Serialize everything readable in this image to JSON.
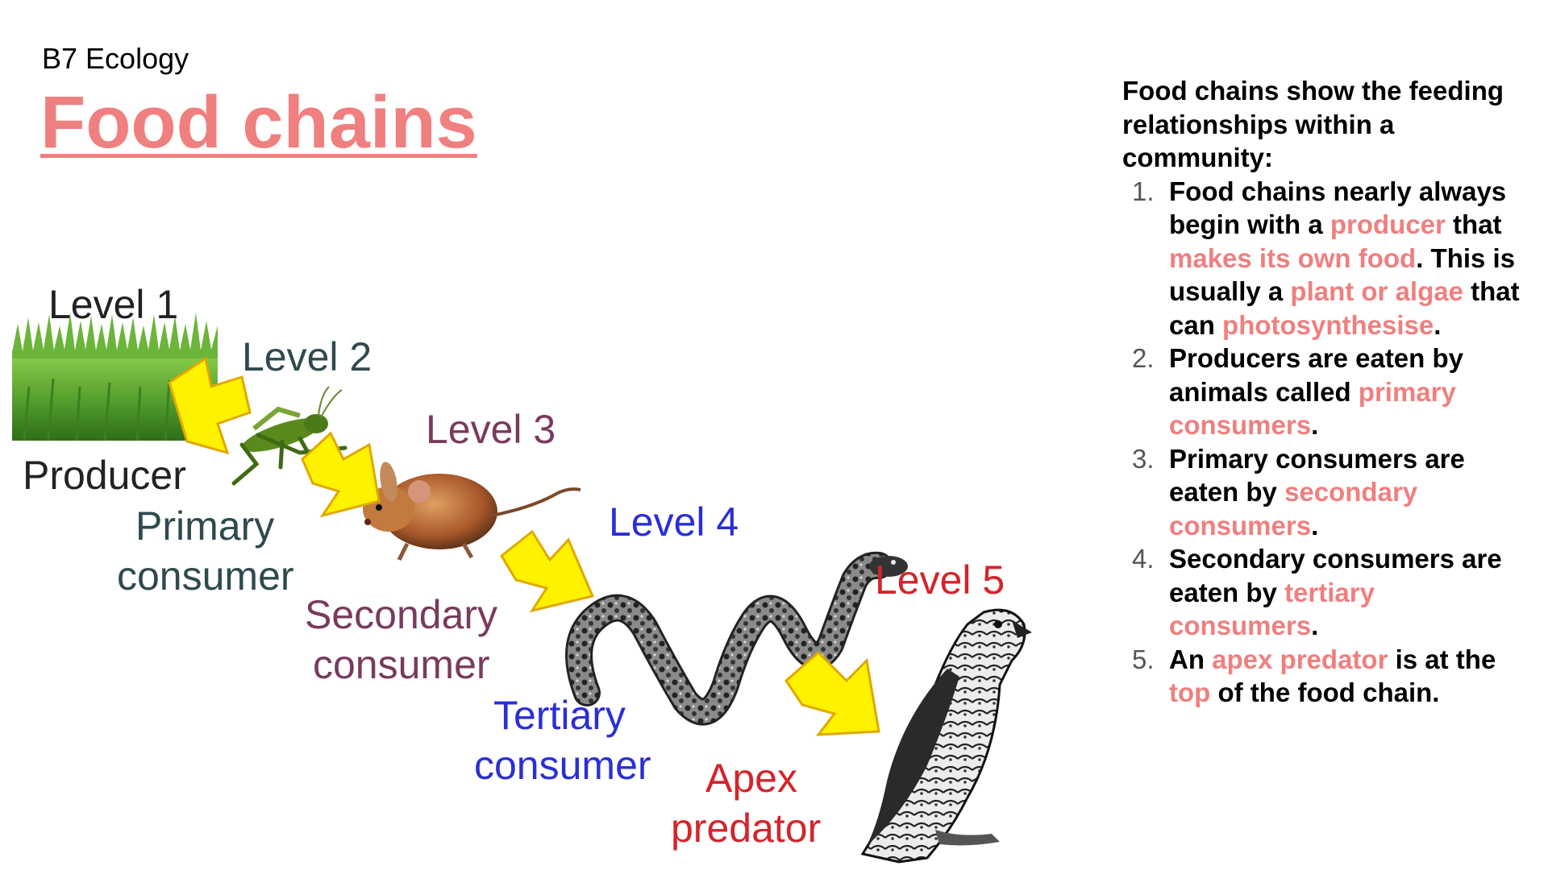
{
  "header": {
    "subtitle": "B7 Ecology",
    "title": "Food chains"
  },
  "diagram": {
    "levels": {
      "l1": "Level 1",
      "l2": "Level 2",
      "l3": "Level 3",
      "l4": "Level 4",
      "l5": "Level 5"
    },
    "roles": {
      "producer": "Producer",
      "primary_1": "Primary",
      "primary_2": "consumer",
      "secondary_1": "Secondary",
      "secondary_2": "consumer",
      "tertiary_1": "Tertiary",
      "tertiary_2": "consumer",
      "apex_1": "Apex",
      "apex_2": "predator"
    },
    "organisms": [
      "grass",
      "grasshopper",
      "mouse",
      "snake",
      "hawk"
    ],
    "colors": {
      "level1": "#222222",
      "level2": "#2f4a4e",
      "level3": "#7a3a5e",
      "level4": "#2a2fd6",
      "level5": "#d4242a",
      "arrow_fill": "#fff200",
      "arrow_stroke": "#e0a800"
    }
  },
  "panel": {
    "intro": "Food chains show the feeding relationships within a community:",
    "items": [
      {
        "num": "1.",
        "parts": [
          {
            "t": "Food chains nearly always begin with a ",
            "h": false
          },
          {
            "t": "producer",
            "h": true
          },
          {
            "t": " that ",
            "h": false
          },
          {
            "t": "makes its own food",
            "h": true
          },
          {
            "t": ". This is usually a ",
            "h": false
          },
          {
            "t": "plant or algae",
            "h": true
          },
          {
            "t": " that can ",
            "h": false
          },
          {
            "t": "photosynthesise",
            "h": true
          },
          {
            "t": ".",
            "h": false
          }
        ]
      },
      {
        "num": "2.",
        "parts": [
          {
            "t": "Producers are eaten by animals called ",
            "h": false
          },
          {
            "t": "primary consumers",
            "h": true
          },
          {
            "t": ".",
            "h": false
          }
        ]
      },
      {
        "num": "3.",
        "parts": [
          {
            "t": "Primary consumers are eaten by ",
            "h": false
          },
          {
            "t": "secondary consumers",
            "h": true
          },
          {
            "t": ".",
            "h": false
          }
        ]
      },
      {
        "num": "4.",
        "parts": [
          {
            "t": "Secondary consumers are eaten by ",
            "h": false
          },
          {
            "t": "tertiary consumers",
            "h": true
          },
          {
            "t": ".",
            "h": false
          }
        ]
      },
      {
        "num": "5.",
        "parts": [
          {
            "t": "An ",
            "h": false
          },
          {
            "t": "apex predator",
            "h": true
          },
          {
            "t": " is at the ",
            "h": false
          },
          {
            "t": "top",
            "h": true
          },
          {
            "t": " of the food chain.",
            "h": false
          }
        ]
      }
    ],
    "highlight_color": "#f07f7f"
  }
}
